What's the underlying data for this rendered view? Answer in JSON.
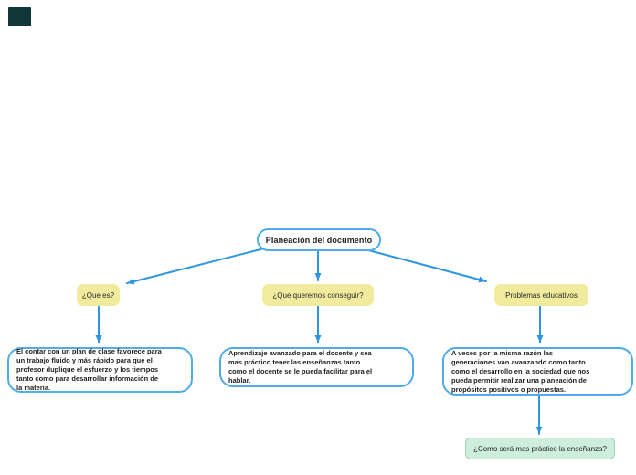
{
  "map": {
    "root": {
      "label": "Planeación del documento"
    },
    "topics": [
      {
        "label": "¿Que es?",
        "detail": "El contar con un plan de clase favorece para\nun trabajo fluido y más rápido para que el\nprofesor duplique el esfuerzo y los tiempos\ntanto como para desarrollar información de\nla materia."
      },
      {
        "label": "¿Que queremos conseguir?",
        "detail": "Aprendizaje avanzado para el docente y sea\nmas práctico tener las enseñanzas tanto\ncomo el docente se le pueda facilitar para el\nhablar."
      },
      {
        "label": "Problemas educativos",
        "detail": "A veces por la misma razón las\ngeneraciones van avanzando como tanto\ncomo el desarrollo en la sociedad que nos\npueda permitir realizar una planeación de\npropósitos positivos o propuestas."
      }
    ],
    "subtopic": {
      "label": "¿Como será mas práctico la enseñanza?"
    }
  },
  "colors": {
    "connector_blue": "#2d96e2",
    "node_border_blue": "#4fabea",
    "topic_fill_yellow": "#f1eb9e",
    "subtopic_fill_green": "#cdeeda",
    "subtopic_border_green": "#9ed3b3",
    "corner_block_dark": "#113638",
    "text": "#1e1e1e"
  }
}
